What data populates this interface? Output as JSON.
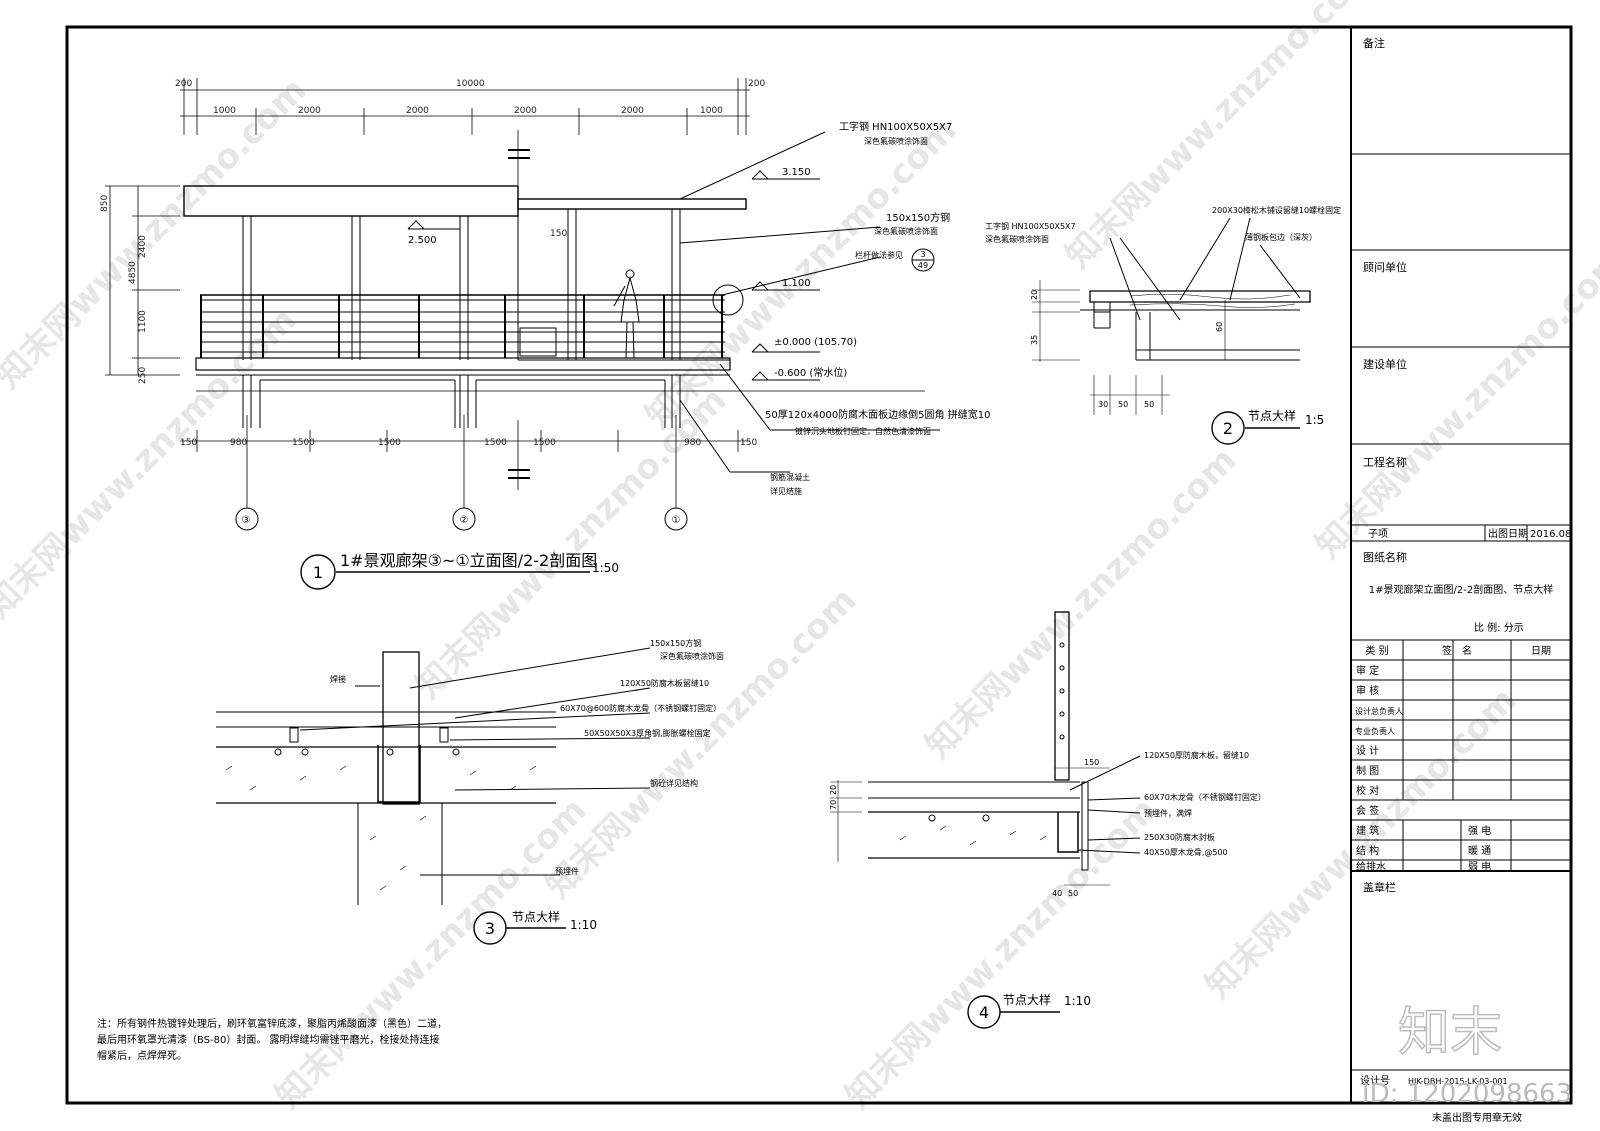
{
  "title_block": {
    "remarks_label": "备注",
    "consultant_label": "顾问单位",
    "client_label": "建设单位",
    "project_label": "工程名称",
    "subitem_label": "子项",
    "issue_date_label": "出图日期",
    "issue_date": "2016.08",
    "sheet_name_label": "图纸名称",
    "sheet_name": "1#景观廊架立面图/2-2剖面图、节点大样",
    "scale_text": "比 例: 分示",
    "sign_header": [
      "类 别",
      "签　名",
      "日期"
    ],
    "sign_rows": [
      "审 定",
      "审 核",
      "设计总负责人",
      "专业负责人",
      "设 计",
      "制 图",
      "校 对"
    ],
    "countersign_label": "会 签",
    "countersign_rows": [
      {
        "left": "建 筑",
        "right": "强 电"
      },
      {
        "left": "结 构",
        "right": "暖 通"
      },
      {
        "left": "给排水",
        "right": "弱 电"
      }
    ],
    "seal_label": "盖章栏",
    "drawing_no_label": "设计号",
    "drawing_no": "HJK-DBH-2015-LK-03-001",
    "stamp_note": "未盖出图专用章无效"
  },
  "elevation": {
    "index": "1",
    "title": "1#景观廊架③~①立面图/2-2剖面图",
    "scale": "1:50",
    "top_dims_overall": [
      "200",
      "10000",
      "200"
    ],
    "top_dims_parts": [
      "1000",
      "2000",
      "2000",
      "2000",
      "2000",
      "1000"
    ],
    "bottom_dims": [
      "150",
      "980",
      "1500",
      "1500",
      "1500",
      "1500",
      "980",
      "150"
    ],
    "left_dims": [
      "850",
      "4850",
      "2400",
      "1100",
      "250"
    ],
    "levels": [
      "3.150",
      "2.500",
      "1.100",
      "±0.000 (105.70)",
      "-0.600 (常水位)"
    ],
    "axes": [
      "③",
      "②",
      "①"
    ],
    "notes": [
      {
        "line1": "工字钢  HN100X50X5X7",
        "line2": "深色氟碳喷涂饰面"
      },
      {
        "line1": "150x150方钢",
        "line2": "深色氟碳喷涂饰面"
      },
      {
        "line1": "栏杆做法参见",
        "line2": ""
      },
      {
        "line1": "50厚120x4000防腐木面板边缘倒5圆角  拼缝宽10",
        "line2": "镀锌沉头地板钉固定，自然色清漆饰面"
      },
      {
        "line1": "钢筋混凝土",
        "line2": "详见结施"
      }
    ],
    "railing_ref_top": "3",
    "railing_ref_bottom": "49",
    "small_dim": "150"
  },
  "detail2": {
    "index": "2",
    "title": "节点大样",
    "scale": "1:5",
    "note_left1": "工字钢  HN100X50X5X7",
    "note_left2": "深色氟碳喷涂饰面",
    "note_right1": "200X30樟松木铺设留缝10螺栓固定",
    "note_right2": "薄钢板包边（深灰）",
    "dims": [
      "30",
      "50",
      "50",
      "20",
      "35",
      "60"
    ]
  },
  "detail3": {
    "index": "3",
    "title": "节点大样",
    "scale": "1:10",
    "notes": [
      {
        "line1": "150x150方钢",
        "line2": "深色氟碳喷涂饰面"
      },
      {
        "line1": "120X50防腐木板留缝10",
        "line2": ""
      },
      {
        "line1": "60X70@600防腐木龙骨（不锈钢螺钉固定）",
        "line2": ""
      },
      {
        "line1": "50X50X50X3厚角钢,膨胀螺栓固定",
        "line2": ""
      },
      {
        "line1": "钢砼详见结构",
        "line2": ""
      },
      {
        "line1": "预埋件",
        "line2": ""
      }
    ],
    "weld_label": "焊接"
  },
  "detail4": {
    "index": "4",
    "title": "节点大样",
    "scale": "1:10",
    "notes": [
      {
        "line1": "120X50厚防腐木板，留缝10",
        "line2": ""
      },
      {
        "line1": "60X70木龙骨（不锈钢螺钉固定）",
        "line2": ""
      },
      {
        "line1": "预埋件，满焊",
        "line2": ""
      },
      {
        "line1": "250X30防腐木封板",
        "line2": ""
      },
      {
        "line1": "40X50厚木龙骨,@500",
        "line2": ""
      }
    ],
    "dims": [
      "150",
      "50",
      "20",
      "40",
      "70"
    ]
  },
  "general_note": [
    "注：所有钢件热镀锌处理后，刷环氧富锌底漆，聚脂丙烯酸面漆（黑色）二道，",
    "最后用环氧罩光清漆（BS-80）封面。 露明焊缝均需锉平磨光，栓接处持连接",
    "帽紧后，点焊焊死。"
  ],
  "watermark": {
    "text": "知末网www.znzmo.com",
    "logo": "知末",
    "id_text": "ID: 1202098663"
  }
}
